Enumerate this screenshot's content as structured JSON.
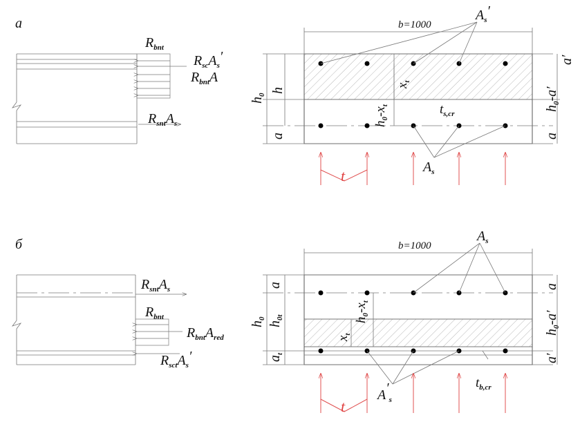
{
  "panel_a": {
    "label": "а",
    "b_dim": "b=1000",
    "force_labels": [
      {
        "main": "R",
        "sub": "bnt",
        "post": ""
      },
      {
        "main": "R",
        "sub": "sc",
        "post": "A",
        "post_sub": "s",
        "prime": "′"
      },
      {
        "main": "R",
        "sub": "bnt",
        "post": "A",
        "post_sub": "",
        "prime": ""
      },
      {
        "main": "R",
        "sub": "snt",
        "post": "A",
        "post_sub": "s",
        "prime": ""
      }
    ],
    "left_dims": {
      "h0": "h",
      "h0_sub": "0",
      "h": "h",
      "a": "a"
    },
    "right_dims": {
      "a_prime": "a′",
      "h0_minus_a": "h",
      "h0_minus_a_sub": "0",
      "h0_minus_a_tail": "-a′",
      "a": "a"
    },
    "inner": {
      "xt": "x",
      "xt_sub": "t",
      "h0xt": "h",
      "h0xt_sub": "0",
      "h0xt_tail": "-x",
      "h0xt_tail_sub": "t",
      "ts": "t",
      "ts_sub": "s,cr"
    },
    "As_top": "A",
    "As_top_sub": "s",
    "As_top_prime": "′",
    "As_bot": "A",
    "As_bot_sub": "s",
    "t": "t"
  },
  "panel_b": {
    "label": "б",
    "b_dim": "b=1000",
    "force_labels": [
      {
        "main": "R",
        "sub": "snt",
        "post": "A",
        "post_sub": "s"
      },
      {
        "main": "R",
        "sub": "bnt",
        "post": "",
        "post_sub": ""
      },
      {
        "main": "R",
        "sub": "bnt",
        "post": "A",
        "post_sub": "red"
      },
      {
        "main": "R",
        "sub": "sct",
        "post": "A",
        "post_sub": "s",
        "prime": "′"
      }
    ],
    "left_dims": {
      "a": "a",
      "h0": "h",
      "h0_sub": "0",
      "h0t": "h",
      "h0t_sub": "0t",
      "at": "a",
      "at_sub": "t"
    },
    "right_dims": {
      "a": "a",
      "h0_minus_a": "h",
      "h0_minus_a_sub": "0",
      "h0_minus_a_tail": "-a′",
      "a_prime": "a′"
    },
    "inner": {
      "xt": "x",
      "xt_sub": "t",
      "h0xt": "h",
      "h0xt_sub": "0",
      "h0xt_tail": "-x",
      "h0xt_tail_sub": "t",
      "tb": "t",
      "tb_sub": "b,cr"
    },
    "As_top": "A",
    "As_top_sub": "s",
    "As_bot": "A",
    "As_bot_prime": "′",
    "As_bot_sub": "s",
    "t": "t"
  }
}
